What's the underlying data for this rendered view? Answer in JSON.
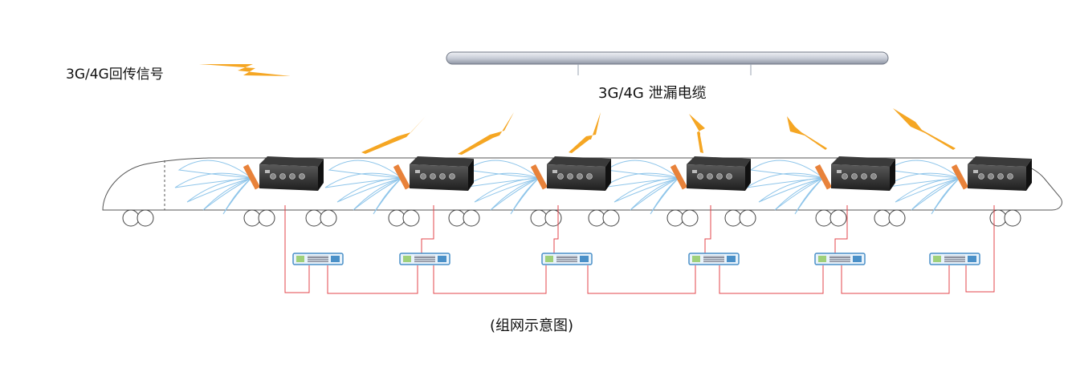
{
  "legend": {
    "label": "3G/4G回传信号",
    "bolt_color": "#f5a623"
  },
  "cable": {
    "label": "3G/4G 泄漏电缆"
  },
  "caption": "(组网示意图)",
  "colors": {
    "bolt": "#f5a623",
    "panel": "#e8823a",
    "wave": "#8ec5ea",
    "link": "#e3454b",
    "outline": "#333333",
    "switch_face": "#4a90c8"
  },
  "units": {
    "router_count": 6,
    "switch_count": 6
  }
}
